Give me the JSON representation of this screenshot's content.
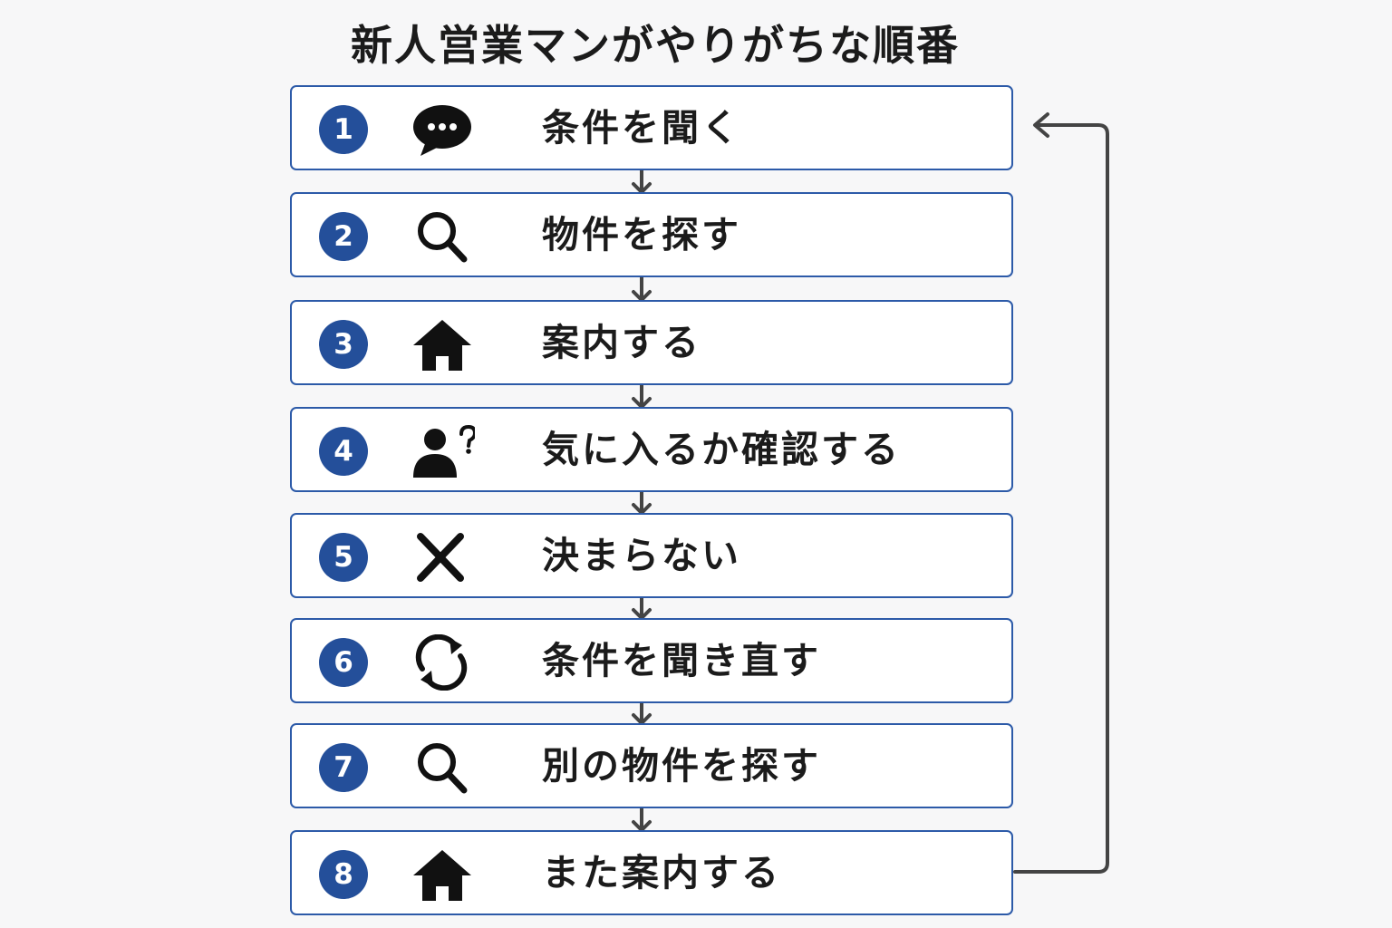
{
  "title": "新人営業マンがやりがちな順番",
  "steps": [
    {
      "number": "1",
      "icon": "speech-bubble-icon",
      "label": "条件を聞く"
    },
    {
      "number": "2",
      "icon": "search-icon",
      "label": "物件を探す"
    },
    {
      "number": "3",
      "icon": "house-icon",
      "label": "案内する"
    },
    {
      "number": "4",
      "icon": "person-question-icon",
      "label": "気に入るか確認する"
    },
    {
      "number": "5",
      "icon": "cross-icon",
      "label": "決まらない"
    },
    {
      "number": "6",
      "icon": "refresh-icon",
      "label": "条件を聞き直す"
    },
    {
      "number": "7",
      "icon": "search-icon",
      "label": "別の物件を探す"
    },
    {
      "number": "8",
      "icon": "house-icon",
      "label": "また案内する"
    }
  ],
  "colors": {
    "box_border": "#2c5aa8",
    "number_circle": "#244f9a",
    "connector": "#444444",
    "text": "#1b1b1b"
  }
}
